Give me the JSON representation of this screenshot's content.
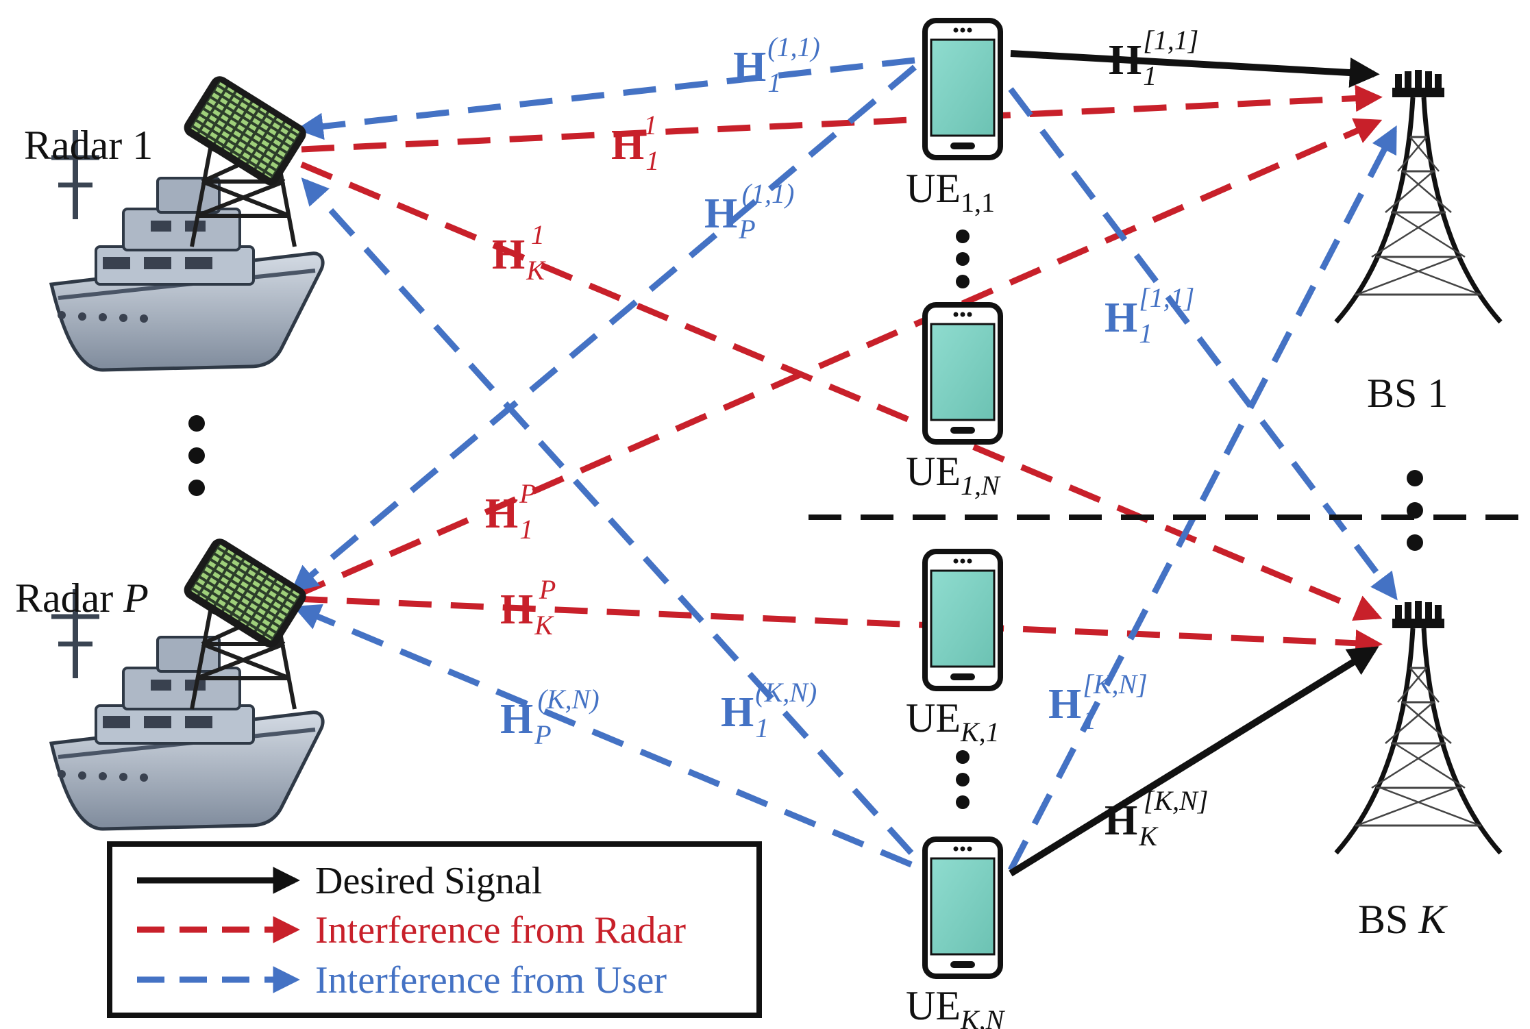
{
  "colors": {
    "desired": "#111111",
    "radar": "#c8202a",
    "user": "#4472c4",
    "phone_body": "#111111",
    "phone_screen": "#7fd1c3",
    "ship_hull": "#a9b4c3",
    "panel": "#4c7c3a"
  },
  "icons": [
    "ship-icon",
    "radar-panel-icon",
    "phone-icon",
    "cell-tower-icon"
  ],
  "radars": [
    {
      "name": "Radar",
      "index": "1"
    },
    {
      "name": "Radar",
      "index": "P"
    }
  ],
  "base_stations": [
    {
      "name": "BS",
      "index": "1"
    },
    {
      "name": "BS",
      "index": "K"
    }
  ],
  "users": [
    {
      "base": "UE",
      "sub": "1,1"
    },
    {
      "base": "UE",
      "sub": "1,N"
    },
    {
      "base": "UE",
      "sub": "K,1"
    },
    {
      "base": "UE",
      "sub": "K,N"
    }
  ],
  "channels": [
    {
      "base": "H",
      "sub": "1",
      "sup": "[1,1]",
      "type": "desired"
    },
    {
      "base": "H",
      "sub": "K",
      "sup": "[K,N]",
      "type": "desired"
    },
    {
      "base": "H",
      "sub": "1",
      "sup": "1",
      "type": "radar"
    },
    {
      "base": "H",
      "sub": "K",
      "sup": "1",
      "type": "radar"
    },
    {
      "base": "H",
      "sub": "1",
      "sup": "P",
      "type": "radar"
    },
    {
      "base": "H",
      "sub": "K",
      "sup": "P",
      "type": "radar"
    },
    {
      "base": "H",
      "sub": "1",
      "sup": "(1,1)",
      "type": "user"
    },
    {
      "base": "H",
      "sub": "P",
      "sup": "(1,1)",
      "type": "user"
    },
    {
      "base": "H",
      "sub": "1",
      "sup": "[1,1]",
      "type": "user"
    },
    {
      "base": "H",
      "sub": "1",
      "sup": "(K,N)",
      "type": "user"
    },
    {
      "base": "H",
      "sub": "P",
      "sup": "(K,N)",
      "type": "user"
    },
    {
      "base": "H",
      "sub": "1",
      "sup": "[K,N]",
      "type": "user"
    }
  ],
  "legend": {
    "items": [
      {
        "label": "Desired Signal",
        "type": "desired"
      },
      {
        "label": "Interference from Radar",
        "type": "radar"
      },
      {
        "label": "Interference from User",
        "type": "user"
      }
    ]
  }
}
